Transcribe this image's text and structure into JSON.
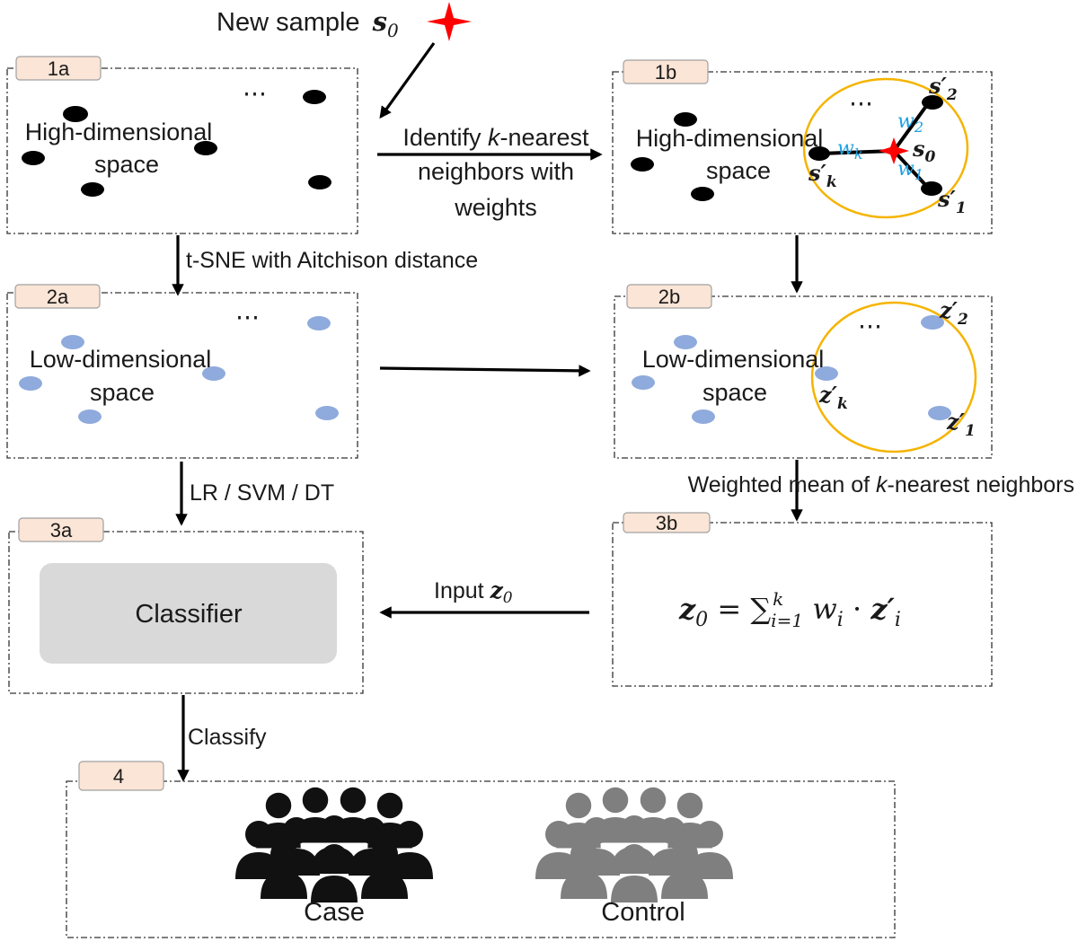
{
  "new_sample": {
    "label": "New sample",
    "symbol": "s",
    "subscript": "0"
  },
  "panels": {
    "p1a": {
      "tag": "1a",
      "line1": "High-dimensional",
      "line2": "space",
      "ellipsis": "⋯"
    },
    "p1b": {
      "tag": "1b",
      "line1": "High-dimensional",
      "line2": "space",
      "ellipsis": "⋯",
      "s0": "s",
      "s0_sub": "0",
      "s1": "s′",
      "s1_sub": "1",
      "s2": "s′",
      "s2_sub": "2",
      "sk": "s′",
      "sk_sub": "k",
      "w1": "w",
      "w1_sub": "1",
      "w2": "w",
      "w2_sub": "2",
      "wk": "w",
      "wk_sub": "k"
    },
    "p2a": {
      "tag": "2a",
      "line1": "Low-dimensional",
      "line2": "space",
      "ellipsis": "⋯"
    },
    "p2b": {
      "tag": "2b",
      "line1": "Low-dimensional",
      "line2": "space",
      "ellipsis": "⋯",
      "z1": "z′",
      "z1_sub": "1",
      "z2": "z′",
      "z2_sub": "2",
      "zk": "z′",
      "zk_sub": "k"
    },
    "p3a": {
      "tag": "3a",
      "classifier": "Classifier"
    },
    "p3b": {
      "tag": "3b",
      "lhs": "z",
      "lhs_sub": "0",
      "eq": " = ∑",
      "sum_sub": "i=1",
      "sum_sup": "k",
      "w": " w",
      "w_sub": "i",
      "dot": " · ",
      "z": "z′",
      "z_sub": "i"
    },
    "p4": {
      "tag": "4",
      "case": "Case",
      "control": "Control"
    }
  },
  "edges": {
    "identify_1": "Identify",
    "identify_k": "k",
    "identify_2": "-nearest",
    "identify_line2": "neighbors with",
    "identify_line3": "weights",
    "tsne": "t-SNE with Aitchison distance",
    "classifiers": "LR / SVM / DT",
    "weighted_1": "Weighted mean of ",
    "weighted_k": "k",
    "weighted_2": "-nearest neighbors",
    "input_label": "Input ",
    "input_sym": "z",
    "input_sub": "0",
    "classify": "Classify"
  },
  "colors": {
    "high_dim_point": "#000000",
    "low_dim_point": "#8faadc",
    "neighborhood_ring": "#f5b400",
    "new_sample_star": "#ff0000",
    "weight_text": "#1ba1e2",
    "tag_fill": "#fbe5d6",
    "classifier_box": "#d9d9d9",
    "case_group": "#111111",
    "control_group": "#7f7f7f"
  },
  "icons": {
    "new_sample": "red-star-icon",
    "case": "people-group-icon",
    "control": "people-group-icon"
  }
}
